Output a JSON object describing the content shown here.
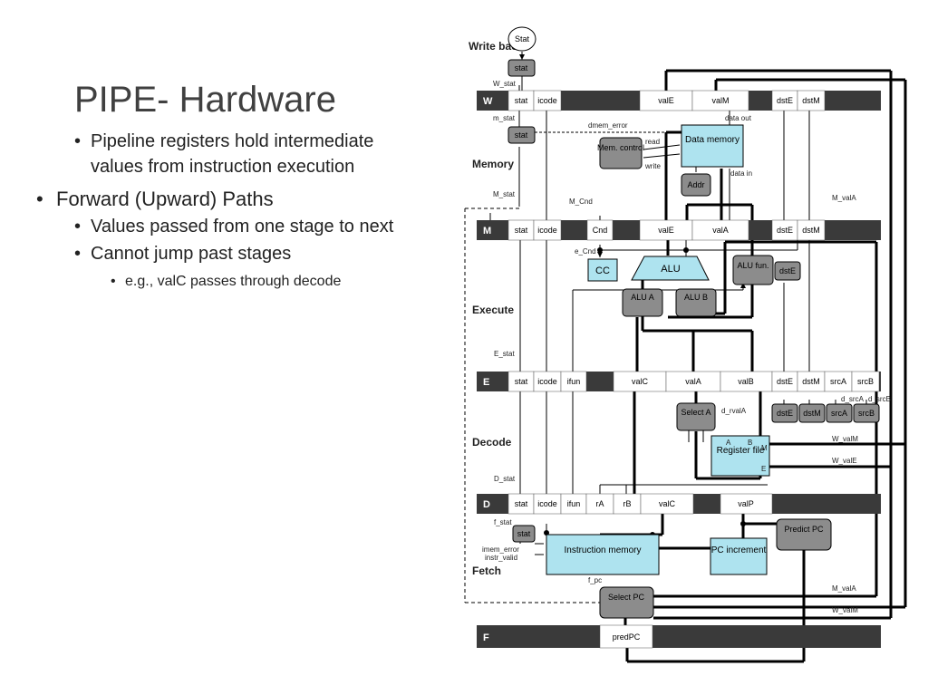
{
  "slide": {
    "title": "PIPE- Hardware",
    "bullets": [
      {
        "level": 2,
        "text": "Pipeline registers hold intermediate values from instruction execution"
      },
      {
        "level": 1,
        "text": "Forward (Upward) Paths"
      },
      {
        "level": 2,
        "text": "Values passed from one stage to next"
      },
      {
        "level": 2,
        "text": "Cannot jump past stages"
      },
      {
        "level": 3,
        "text": "e.g., valC passes through decode"
      }
    ]
  },
  "diagram": {
    "stage_labels": {
      "writeback": "Write back",
      "memory": "Memory",
      "execute": "Execute",
      "decode": "Decode",
      "fetch": "Fetch"
    },
    "registers": {
      "W": {
        "name": "W",
        "fields": [
          "stat",
          "icode",
          "valE",
          "valM",
          "dstE",
          "dstM"
        ]
      },
      "M": {
        "name": "M",
        "fields": [
          "stat",
          "icode",
          "Cnd",
          "valE",
          "valA",
          "dstE",
          "dstM"
        ]
      },
      "E": {
        "name": "E",
        "fields": [
          "stat",
          "icode",
          "ifun",
          "valC",
          "valA",
          "valB",
          "dstE",
          "dstM",
          "srcA",
          "srcB"
        ]
      },
      "D": {
        "name": "D",
        "fields": [
          "stat",
          "icode",
          "ifun",
          "rA",
          "rB",
          "valC",
          "valP"
        ]
      },
      "F": {
        "name": "F",
        "fields": [
          "predPC"
        ]
      }
    },
    "blocks": {
      "stat_top": "Stat",
      "w_stat_box": "stat",
      "m_stat_box": "stat",
      "f_stat_box": "stat",
      "data_memory": "Data memory",
      "mem_control": "Mem. control",
      "addr": "Addr",
      "alu": "ALU",
      "cc": "CC",
      "alu_fun": "ALU fun.",
      "e_dste": "dstE",
      "alu_a": "ALU A",
      "alu_b": "ALU B",
      "select_a": "Select A",
      "register_file": "Register file",
      "d_dste": "dstE",
      "d_dstm": "dstM",
      "d_srca": "srcA",
      "d_srcb": "srcB",
      "instruction_memory": "Instruction memory",
      "pc_increment": "PC increment",
      "predict_pc": "Predict PC",
      "select_pc": "Select PC"
    },
    "wire_labels": {
      "w_stat": "W_stat",
      "m_stat": "m_stat",
      "dmem_error": "dmem_error",
      "data_out": "data out",
      "read": "read",
      "write": "write",
      "data_in": "data in",
      "M_stat": "M_stat",
      "M_Cnd": "M_Cnd",
      "M_valA_top": "M_valA",
      "e_Cnd": "e_Cnd",
      "E_stat": "E_stat",
      "d_srcA": "d_srcA",
      "d_srcB": "d_srcB",
      "d_rvalA": "d_rvalA",
      "port_A": "A",
      "port_B": "B",
      "port_M": "M",
      "port_E": "E",
      "W_valM_dec": "W_valM",
      "W_valE_dec": "W_valE",
      "D_stat": "D_stat",
      "f_stat": "f_stat",
      "imem_error": "imem_error",
      "instr_valid": "instr_valid",
      "f_pc": "f_pc",
      "M_valA_bot": "M_valA",
      "W_valM_bot": "W_valM"
    }
  }
}
